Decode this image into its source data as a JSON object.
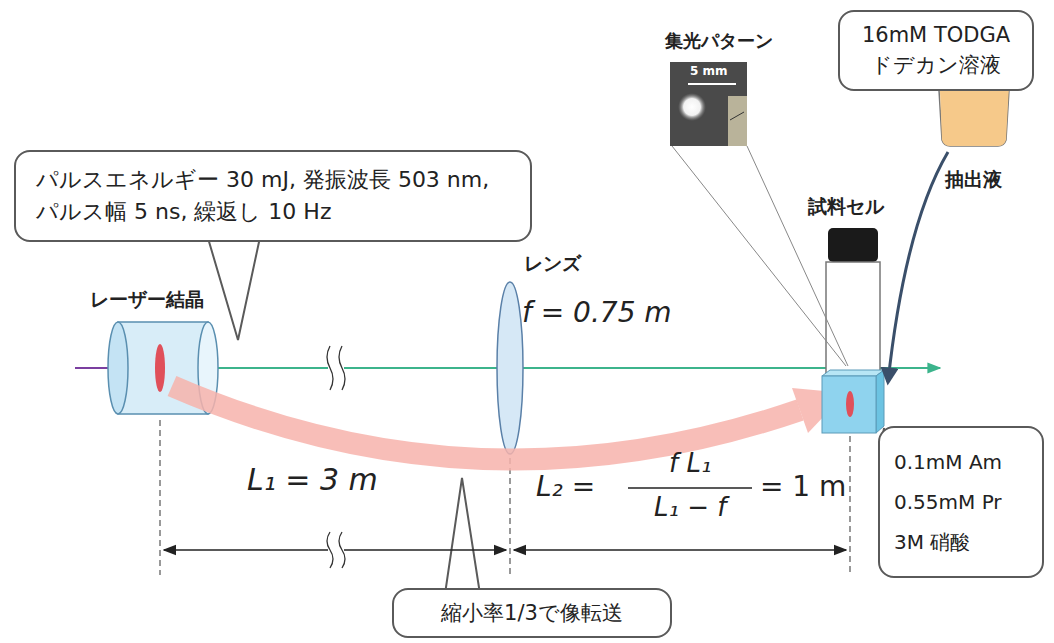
{
  "diagram": {
    "nodes": [
      {
        "text": [
          "16mM TODGA ドデカン溶液"
        ]
      },
      {
        "text": [
          "パルスエネルギー 30 mJ, 発振波長 503 nm, パルス幅 5 ns, 繰返し 10 Hz"
        ]
      },
      {
        "text": [
          "0.1mM Am 0.55mM Pr 3M 硝酸"
        ]
      },
      {
        "text": [
          "縮小率1/3で像転送"
        ]
      }
    ],
    "labels": [
      "集光パターン",
      "5 mm",
      "試料セル",
      "抽出液",
      "レーザー結晶",
      "レンズ",
      "f = 0.75 m",
      "L₁ = 3 m",
      "L₂ =",
      "f L₁",
      "L₁ − f",
      "= 1 m"
    ]
  }
}
